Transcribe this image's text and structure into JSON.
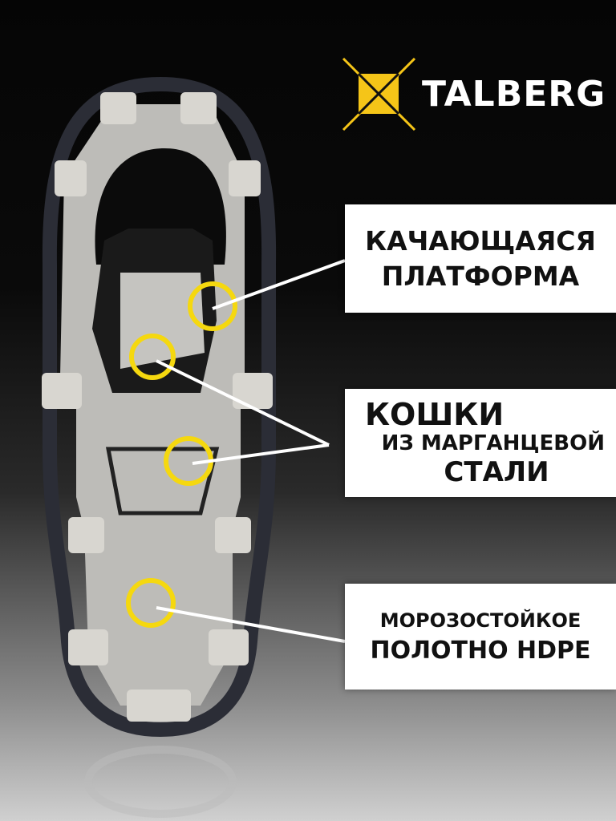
{
  "brand": {
    "name": "TALBERG",
    "accent": "#f5c518"
  },
  "callouts": [
    {
      "lines": [
        "Качающаяся",
        "платформа"
      ]
    },
    {
      "lines": [
        "Кошки",
        "из марганцевой",
        "стали"
      ]
    },
    {
      "lines": [
        "Морозостойкое",
        "полотно HDPE"
      ]
    }
  ],
  "colors": {
    "marker": "#f5d80f",
    "frame": "#2b2d36",
    "deck": "#bdbcb8"
  }
}
